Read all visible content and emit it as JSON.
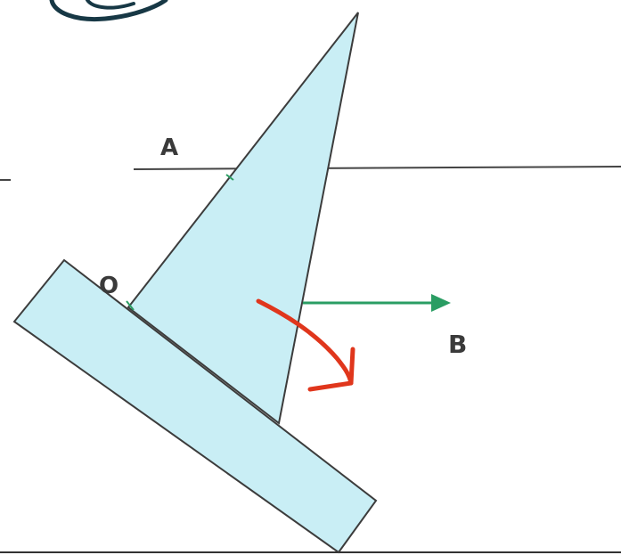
{
  "labels": {
    "point_a": "A",
    "point_o": "O",
    "point_b": "B"
  },
  "colors": {
    "shape_fill": "#c9eef5",
    "shape_stroke": "#3c3c3c",
    "line": "#444444",
    "force_arrow": "#2a9d63",
    "rotation_arrow": "#e0361c",
    "scribble": "#173845"
  },
  "icons": {
    "force": "arrow-right-icon",
    "rotation": "clockwise-rotation-icon"
  }
}
